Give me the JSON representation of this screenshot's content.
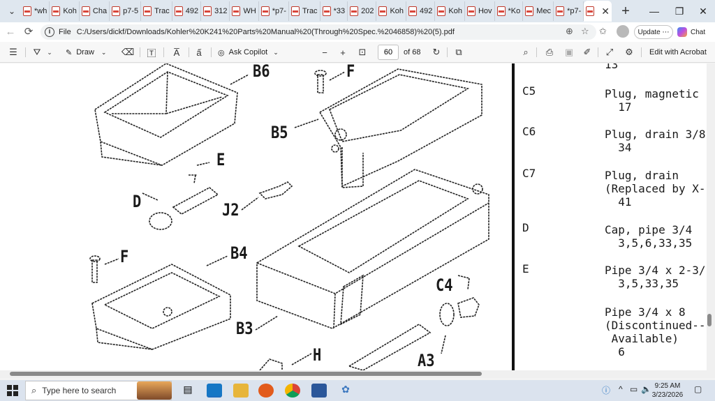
{
  "tabs": [
    {
      "label": "*wh"
    },
    {
      "label": "Koh"
    },
    {
      "label": "Cha"
    },
    {
      "label": "p7-5"
    },
    {
      "label": "Trac"
    },
    {
      "label": "492"
    },
    {
      "label": "312"
    },
    {
      "label": "WH"
    },
    {
      "label": "*p7-"
    },
    {
      "label": "Trac"
    },
    {
      "label": "*33"
    },
    {
      "label": "202"
    },
    {
      "label": "Koh"
    },
    {
      "label": "492"
    },
    {
      "label": "Koh"
    },
    {
      "label": "Hov"
    },
    {
      "label": "*Ko"
    },
    {
      "label": "Mec"
    },
    {
      "label": "*p7-"
    }
  ],
  "window_controls": {
    "minimize": "—",
    "restore": "❐",
    "close": "✕",
    "newtab": "+",
    "tab_close": "✕"
  },
  "address": {
    "scheme": "File",
    "url": "C:/Users/dickf/Downloads/Kohler%20K241%20Parts%20Manual%20(Through%20Spec.%2046858)%20(5).pdf"
  },
  "browser_buttons": {
    "update": "Update",
    "chat": "Chat"
  },
  "pdf_toolbar": {
    "draw": "Draw",
    "ask_copilot": "Ask Copilot",
    "page_number": "60",
    "page_total": "of 68",
    "edit_acrobat": "Edit with Acrobat",
    "read_aloud": "A̅",
    "translate": "ấ"
  },
  "diagram_labels": {
    "b6": "B6",
    "f_top": "F",
    "b5": "B5",
    "e": "E",
    "d": "D",
    "j2": "J2",
    "f_bottom": "F",
    "b4": "B4",
    "c4": "C4",
    "b3": "B3",
    "h": "H",
    "a3": "A3"
  },
  "parts": [
    {
      "code": "",
      "desc": "13"
    },
    {
      "code": "C5",
      "desc": "Plug, magnetic\n  17"
    },
    {
      "code": "C6",
      "desc": "Plug, drain 3/8\n  34"
    },
    {
      "code": "C7",
      "desc": "Plug, drain\n(Replaced by X-\n  41"
    },
    {
      "code": "D",
      "desc": "Cap, pipe 3/4\n  3,5,6,33,35"
    },
    {
      "code": "E",
      "desc": "Pipe 3/4 x 2-3/\n  3,5,33,35"
    },
    {
      "code": "",
      "desc": "Pipe 3/4 x 8\n(Discontinued--\n Available)\n  6"
    }
  ],
  "taskbar": {
    "search_placeholder": "Type here to search",
    "time": "9:25 AM",
    "date": "3/23/2026"
  }
}
